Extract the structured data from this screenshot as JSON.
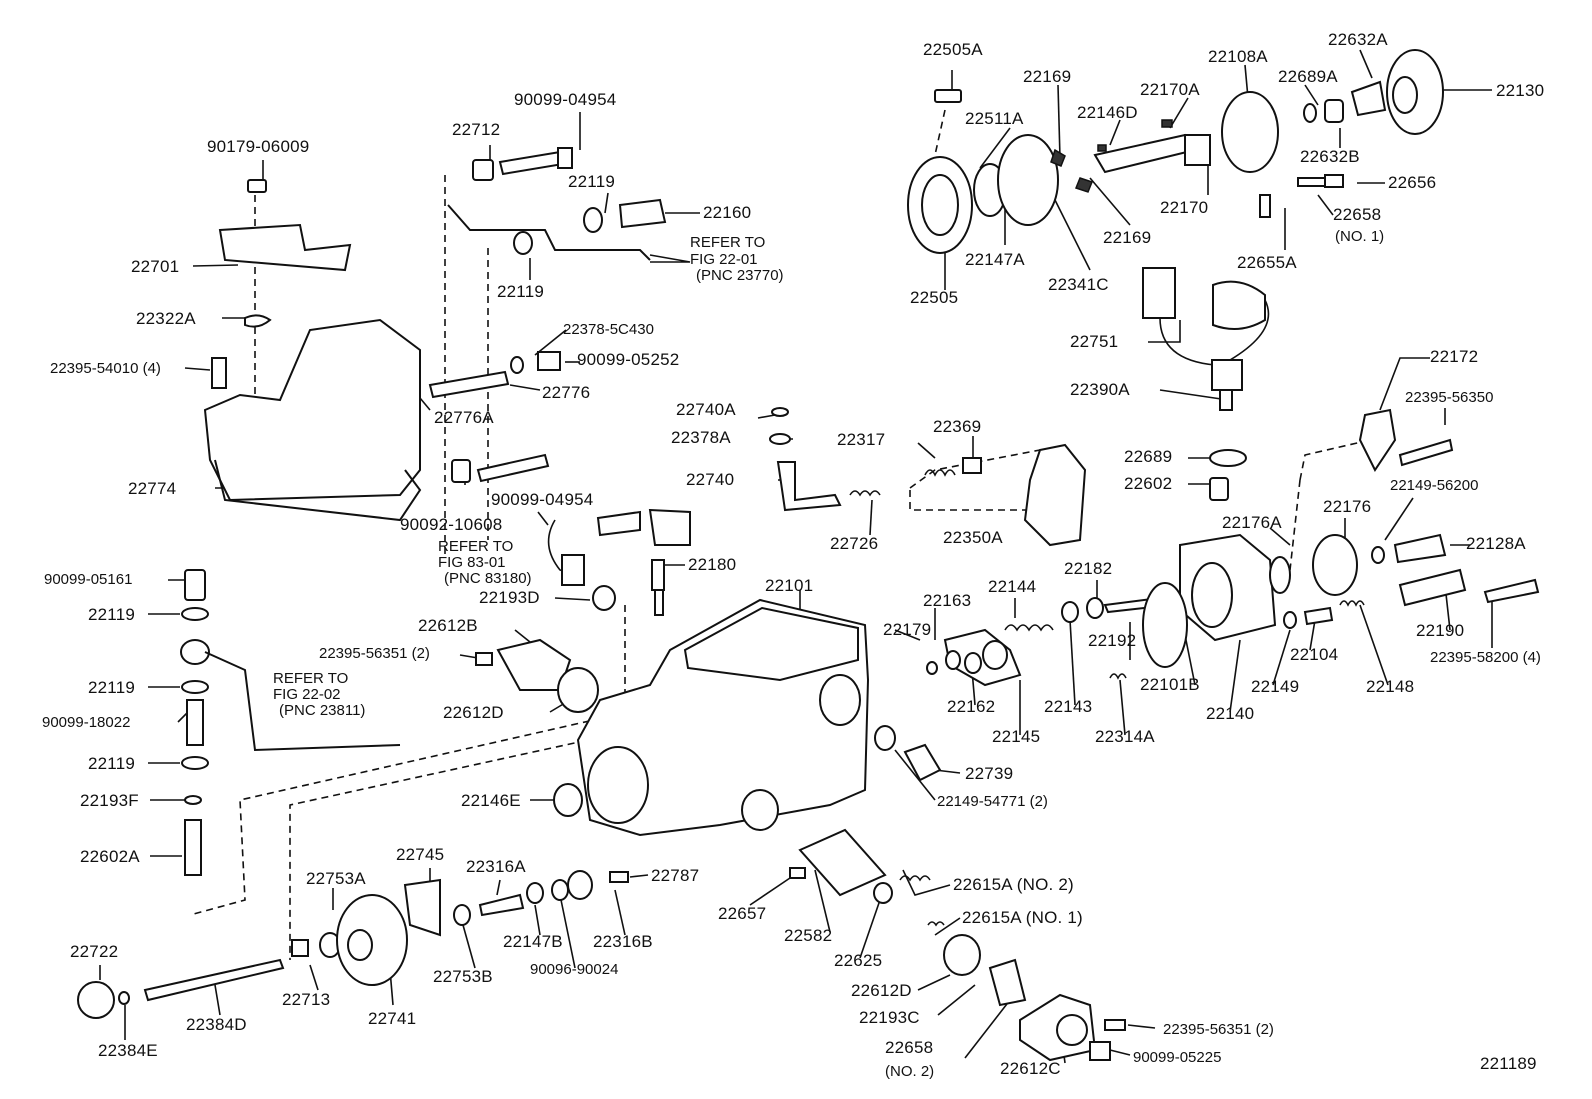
{
  "diagram": {
    "figure_number": "221189",
    "refs": [
      {
        "line1": "REFER TO",
        "line2": "FIG 22-01",
        "line3": "(PNC 23770)"
      },
      {
        "line1": "REFER TO",
        "line2": "FIG 83-01",
        "line3": "(PNC 83180)"
      },
      {
        "line1": "REFER TO",
        "line2": "FIG 22-02",
        "line3": "(PNC 23811)"
      }
    ],
    "labels": [
      "22505A",
      "22169",
      "22108A",
      "22632A",
      "22170A",
      "22689A",
      "22511A",
      "22146D",
      "22130",
      "22632B",
      "22656",
      "22658",
      "(NO. 1)",
      "22169",
      "22170",
      "22505",
      "22147A",
      "22341C",
      "22655A",
      "22751",
      "22390A",
      "90099-04954",
      "22712",
      "90179-06009",
      "22119",
      "22160",
      "22701",
      "22119",
      "22322A",
      "22378-5C430",
      "22395-54010 (4)",
      "90099-05252",
      "22776",
      "22776A",
      "22774",
      "22740A",
      "22378A",
      "22317",
      "22369",
      "22740",
      "22726",
      "22172",
      "22395-56350",
      "22689",
      "22602",
      "22149-56200",
      "22176",
      "22176A",
      "22128A",
      "22350A",
      "90099-04954",
      "90092-10608",
      "22180",
      "22193D",
      "22101",
      "22182",
      "22144",
      "22163",
      "22179",
      "22192",
      "22190",
      "22395-58200 (4)",
      "90099-05161",
      "22119",
      "22612B",
      "22395-56351 (2)",
      "22612D",
      "22119",
      "90099-18022",
      "22119",
      "22193F",
      "22602A",
      "22104",
      "22148",
      "22149",
      "22101B",
      "22140",
      "22143",
      "22162",
      "22145",
      "22314A",
      "22739",
      "22146E",
      "22149-54771 (2)",
      "22745",
      "22316A",
      "22787",
      "22753A",
      "22657",
      "22615A (NO. 2)",
      "22615A (NO. 1)",
      "22582",
      "22147B",
      "22316B",
      "22722",
      "22625",
      "22753B",
      "90096-90024",
      "22612D",
      "22713",
      "22193C",
      "22741",
      "22384D",
      "22384E",
      "22395-56351 (2)",
      "22658",
      "(NO. 2)",
      "90099-05225",
      "22612C"
    ]
  }
}
